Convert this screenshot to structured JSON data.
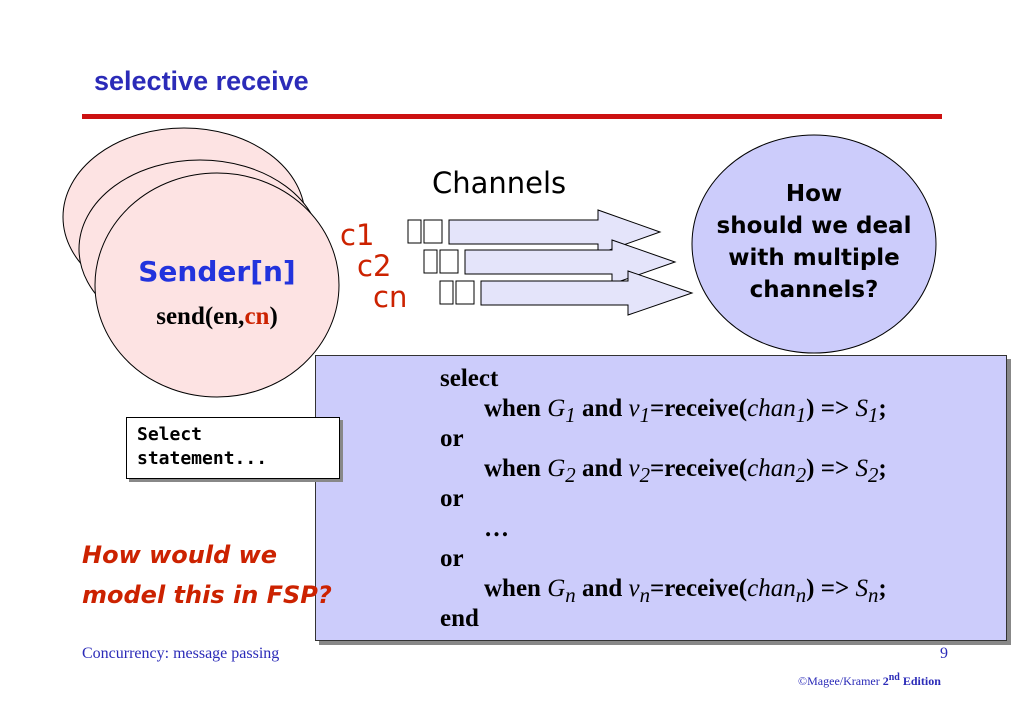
{
  "title": "selective receive",
  "colors": {
    "title_blue": "#2b2bb8",
    "rule_red": "#cc1111",
    "accent_red": "#cc2200",
    "sender_fill": "#fde3e3",
    "question_fill": "#ccccfb",
    "code_fill": "#ccccfb"
  },
  "diagram": {
    "channels_label": "Channels",
    "channel_labels": [
      "c1",
      "c2",
      "cn"
    ],
    "sender": {
      "name": "Sender[n]",
      "call_prefix": "send(en,",
      "call_channel": "cn",
      "call_suffix": ")"
    },
    "question_lines": [
      "How",
      "should we deal",
      "with multiple",
      "channels?"
    ]
  },
  "code": {
    "select": "select",
    "when": "when",
    "and": "and",
    "receive": "=receive(",
    "arrow": ") => ",
    "or": "or",
    "ellipsis": "…",
    "end": "end",
    "guards": [
      {
        "g": "G",
        "v": "v",
        "chan": "chan",
        "s": "S",
        "sub": "1"
      },
      {
        "g": "G",
        "v": "v",
        "chan": "chan",
        "s": "S",
        "sub": "2"
      },
      {
        "g": "G",
        "v": "v",
        "chan": "chan",
        "s": "S",
        "sub": "n"
      }
    ]
  },
  "select_note": {
    "line1": "Select",
    "line2": "statement..."
  },
  "fsp_question": {
    "line1": "How would we",
    "line2": "model this in FSP?"
  },
  "footer": {
    "left": "Concurrency: message passing",
    "page": "9",
    "copyright_prefix": "©Magee/Kramer ",
    "edition_num": "2",
    "edition_sup": "nd",
    "edition_word": " Edition"
  }
}
